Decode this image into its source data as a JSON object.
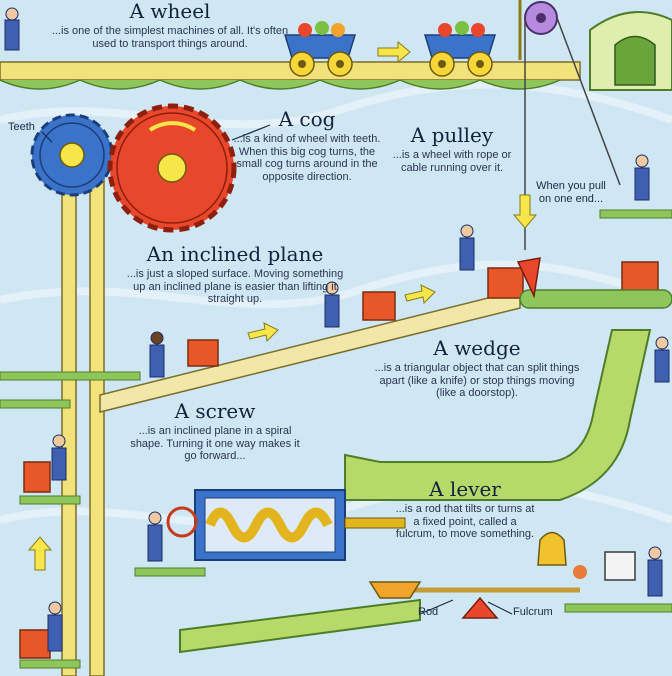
{
  "sections": {
    "wheel": {
      "title": "A wheel",
      "desc": "...is one of the simplest machines of all. It's often used to transport things around."
    },
    "cog": {
      "title": "A cog",
      "desc": "...is a kind of wheel with teeth. When this big cog turns, the small cog turns around in the opposite direction."
    },
    "pulley": {
      "title": "A pulley",
      "desc": "...is a wheel with rope or cable running over it."
    },
    "pull_note": "When you pull on one end...",
    "inclined_plane": {
      "title": "An inclined plane",
      "desc": "...is just a sloped surface. Moving something up an inclined plane is easier than lifting it straight up."
    },
    "wedge": {
      "title": "A wedge",
      "desc": "...is a triangular object that can split things apart (like a knife) or stop things moving (like a doorstop)."
    },
    "screw": {
      "title": "A screw",
      "desc": "...is an inclined plane in a spiral shape. Turning it one way makes it go forward..."
    },
    "lever": {
      "title": "A lever",
      "desc": "...is a rod that tilts or turns at a fixed point, called a fulcrum, to move something."
    }
  },
  "labels": {
    "teeth": "Teeth",
    "rod": "Rod",
    "fulcrum": "Fulcrum"
  },
  "colors": {
    "sky": "#cfe6f3",
    "frame_yellow": "#f1e27a",
    "frame_green": "#7fbf5a",
    "pipe_green": "#b7d96a",
    "cog_red": "#e8472c",
    "cog_blue": "#3a73c9",
    "box_orange": "#e8572a",
    "worker_blue": "#3f5fb0"
  }
}
